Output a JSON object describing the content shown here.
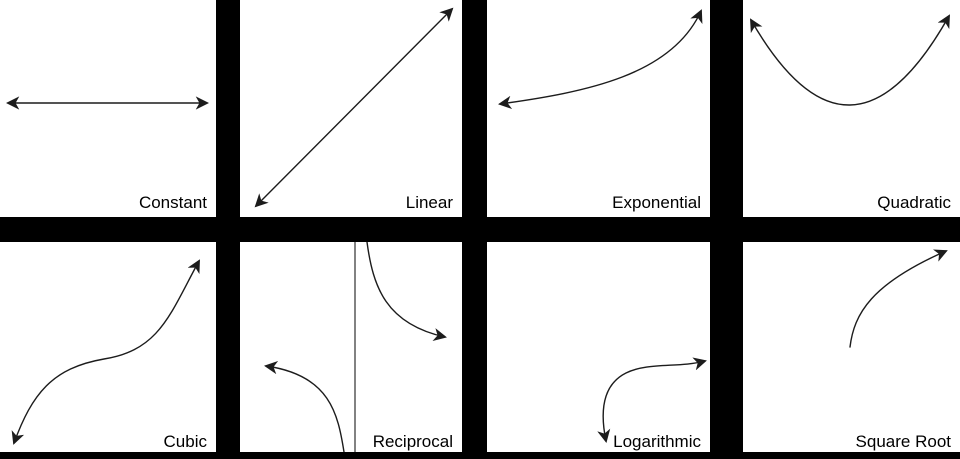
{
  "background_color": "#000000",
  "panel_color": "#ffffff",
  "stroke_color": "#1c1c1c",
  "label_color": "#000000",
  "panels": [
    {
      "id": "constant",
      "label": "Constant",
      "curve": "horizontal line with arrowheads on both ends"
    },
    {
      "id": "linear",
      "label": "Linear",
      "curve": "straight diagonal line rising left to right, arrowheads on both ends"
    },
    {
      "id": "exponential",
      "label": "Exponential",
      "curve": "gently rising curve that sweeps steeply up to the right, arrowheads on both ends"
    },
    {
      "id": "quadratic",
      "label": "Quadratic",
      "curve": "upward-opening parabola in upper half of panel, arrowheads at both upper ends"
    },
    {
      "id": "cubic",
      "label": "Cubic",
      "curve": "s-shaped curve rising left to right with flat middle, arrowheads on both ends"
    },
    {
      "id": "reciprocal",
      "label": "Reciprocal",
      "curve": "two hyperbola branches around a full-height vertical asymptote; upper-right branch arrow points right, lower-left branch arrow points left"
    },
    {
      "id": "logarithmic",
      "label": "Logarithmic",
      "curve": "curve in lower-right of panel: steep rise flattening rightward, downward arrowhead at base and up-right arrowhead at end"
    },
    {
      "id": "square-root",
      "label": "Square Root",
      "curve": "curve starting mid-panel with bare end, rising and flattening toward upper right with single arrowhead"
    }
  ]
}
